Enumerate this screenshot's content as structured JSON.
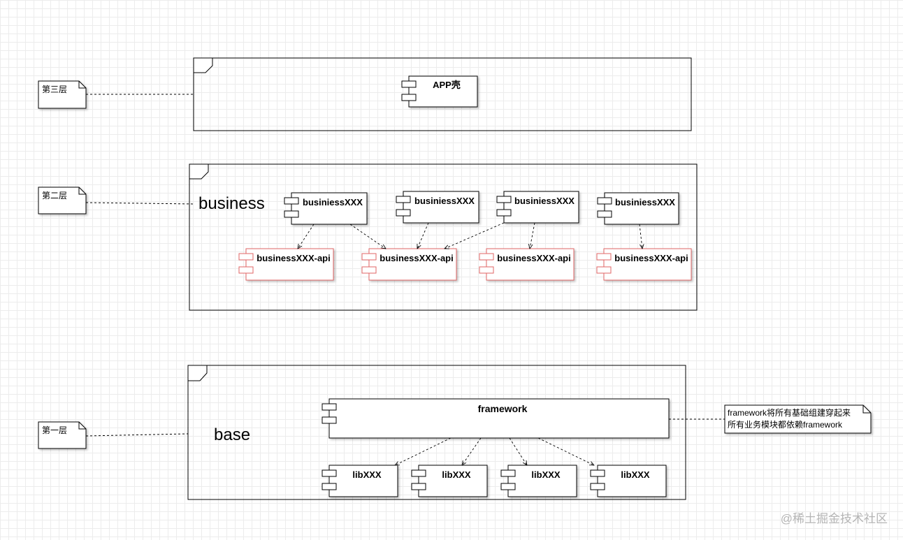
{
  "layers": {
    "third": {
      "note": "第三层"
    },
    "second": {
      "note": "第二层",
      "package_label": "business"
    },
    "first": {
      "note": "第一层",
      "package_label": "base"
    }
  },
  "components": {
    "app": "APP壳",
    "business": [
      "businiessXXX",
      "businiessXXX",
      "businiessXXX",
      "businiessXXX"
    ],
    "business_api": [
      "businessXXX-api",
      "businessXXX-api",
      "businessXXX-api",
      "businessXXX-api"
    ],
    "framework": "framework",
    "libs": [
      "libXXX",
      "libXXX",
      "libXXX",
      "libXXX"
    ]
  },
  "framework_note": {
    "line1": "framework将所有基础组建穿起来",
    "line2": "所有业务模块都依赖framework"
  },
  "watermark": "@稀土掘金技术社区",
  "colors": {
    "api_border": "#e06666",
    "line": "#000000"
  }
}
